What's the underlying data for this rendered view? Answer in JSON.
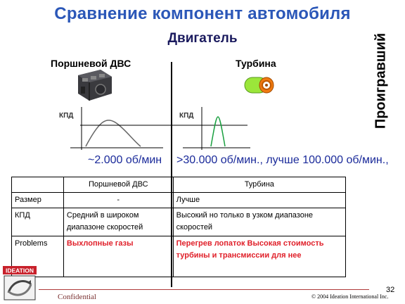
{
  "slide": {
    "title": "Сравнение компонент автомобиля",
    "subtitle": "Двигатель",
    "side_label": "Проигравший",
    "left_heading": "Поршневой ДВС",
    "right_heading": "Турбина",
    "kpd_left": "КПД",
    "kpd_right": "КПД",
    "speed_left": "~2.000 об/мин",
    "speed_right": ">30.000 об/мин., лучше 100.000 об/мин.,"
  },
  "images": {
    "left": "engine-block-icon",
    "right": "turbine-icon"
  },
  "table": {
    "headers": [
      "",
      "Поршневой ДВС",
      "Турбина"
    ],
    "rows": [
      [
        "Размер",
        "-",
        "Лучше"
      ],
      [
        "КПД",
        "Средний в широком диапазоне скоростей",
        "Высокий но только в узком диапазоне скоростей"
      ],
      [
        "Problems",
        "Выхлопные газы",
        "Перегрев лопаток Высокая стоимость турбины и трансмиссии для нее"
      ]
    ]
  },
  "footer": {
    "logo_text": "IDEATION",
    "confidential": "Confidential",
    "copyright": "© 2004 Ideation International Inc.",
    "page_number": "32"
  },
  "colors": {
    "title": "#2b57b8",
    "speed_text": "#1a2a9a",
    "problem_text": "#e0202a",
    "logo_red": "#c8202a"
  }
}
